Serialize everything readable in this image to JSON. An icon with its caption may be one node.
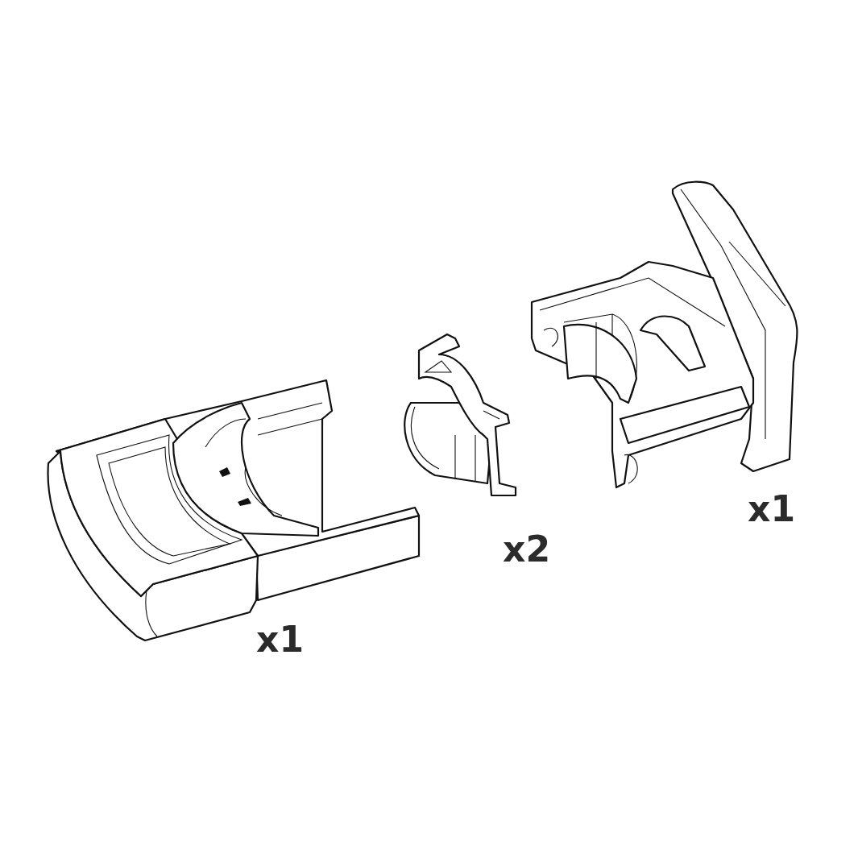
{
  "diagram": {
    "labels": [
      "x1",
      "x2",
      "x1"
    ]
  }
}
